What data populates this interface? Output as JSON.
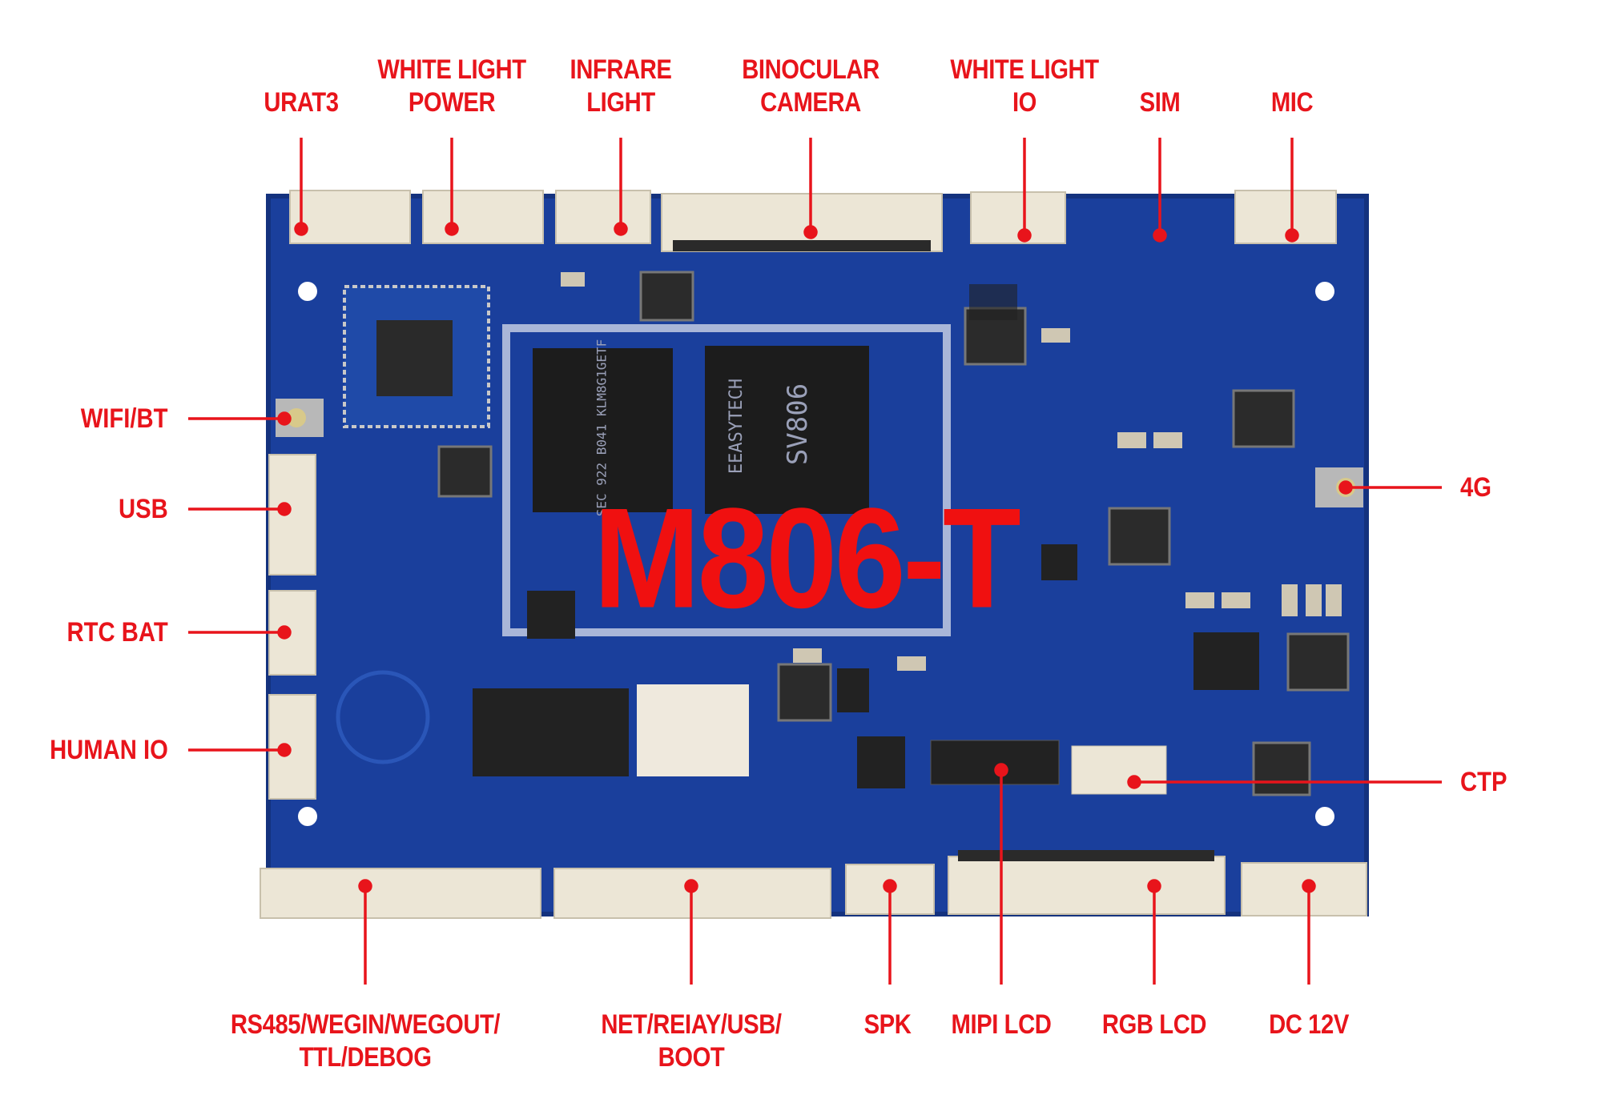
{
  "board": {
    "model": "M806-T",
    "chip_main": "SV806",
    "chip_main_brand": "EEASYTECH",
    "chip_memory": "SEC 922 B041 KLM8G1GETF",
    "colors": {
      "pcb": "#1a3f9c",
      "label": "#e8141b",
      "connector": "#ece6d6"
    }
  },
  "top_labels": [
    {
      "id": "urat3",
      "lines": [
        "",
        "URAT3"
      ]
    },
    {
      "id": "white-light-power",
      "lines": [
        "WHITE LIGHT",
        "POWER"
      ]
    },
    {
      "id": "infrare-light",
      "lines": [
        "INFRARE",
        "LIGHT"
      ]
    },
    {
      "id": "binocular-camera",
      "lines": [
        "BINOCULAR",
        "CAMERA"
      ]
    },
    {
      "id": "white-light-io",
      "lines": [
        "WHITE LIGHT",
        "IO"
      ]
    },
    {
      "id": "sim",
      "lines": [
        "",
        "SIM"
      ]
    },
    {
      "id": "mic",
      "lines": [
        "",
        "MIC"
      ]
    }
  ],
  "left_labels": [
    "WIFI/BT",
    "USB",
    "RTC BAT",
    "HUMAN IO"
  ],
  "right_labels": [
    "4G",
    "CTP"
  ],
  "bottom_labels": [
    {
      "id": "rs485",
      "lines": [
        "RS485/WEGIN/WEGOUT/",
        "TTL/DEBOG"
      ]
    },
    {
      "id": "net",
      "lines": [
        "NET/REIAY/USB/",
        "BOOT"
      ]
    },
    {
      "id": "spk",
      "lines": [
        "SPK",
        ""
      ]
    },
    {
      "id": "mipi-lcd",
      "lines": [
        "MIPI LCD",
        ""
      ]
    },
    {
      "id": "rgb-lcd",
      "lines": [
        "RGB LCD",
        ""
      ]
    },
    {
      "id": "dc-12v",
      "lines": [
        "DC 12V",
        ""
      ]
    }
  ]
}
